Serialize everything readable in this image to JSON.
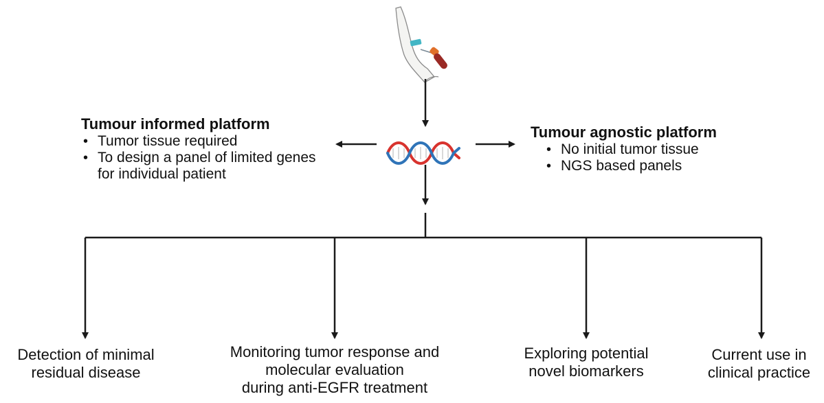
{
  "left_platform": {
    "title": "Tumour informed platform",
    "bullets": [
      "Tumor tissue required",
      "To design a panel of limited genes for individual patient"
    ]
  },
  "right_platform": {
    "title": "Tumour agnostic platform",
    "bullets": [
      "No initial tumor tissue",
      "NGS based panels"
    ]
  },
  "applications": [
    {
      "line1": "Detection of  minimal",
      "line2": "residual disease",
      "line3": ""
    },
    {
      "line1": "Monitoring tumor response and",
      "line2": "molecular evaluation",
      "line3": "during anti-EGFR treatment"
    },
    {
      "line1": "Exploring potential",
      "line2": "novel biomarkers",
      "line3": ""
    },
    {
      "line1": "Current use in",
      "line2": "clinical practice",
      "line3": ""
    }
  ],
  "colors": {
    "line": "#1a1a1a",
    "dna_red": "#d8332e",
    "dna_blue": "#2f74b8",
    "skin": "#f4f4f2",
    "tourniquet": "#43b6c5",
    "tube_cap": "#e0702a",
    "blood": "#9a2a25"
  },
  "icons": [
    "arm-blood-draw-icon",
    "dna-helix-icon"
  ]
}
